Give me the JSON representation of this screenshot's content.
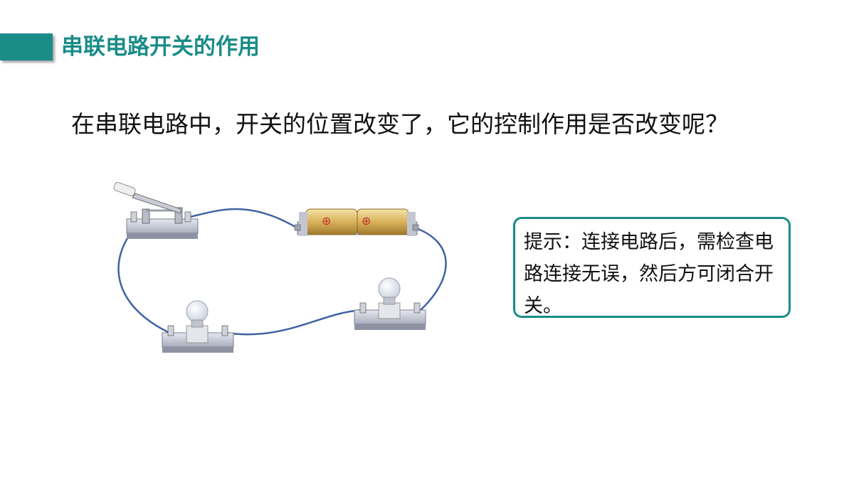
{
  "slide": {
    "title": "串联电路开关的作用",
    "question": "在串联电路中，开关的位置改变了，它的控制作用是否改变呢？",
    "hint": "提示：连接电路后，需检查电路连接无误，然后方可闭合开关。"
  },
  "circuit": {
    "battery_labels": [
      "⊕",
      "⊕"
    ]
  },
  "colors": {
    "accent": "#1a8c87",
    "wire": "#3f63a3",
    "battery": "#d9b25a"
  }
}
